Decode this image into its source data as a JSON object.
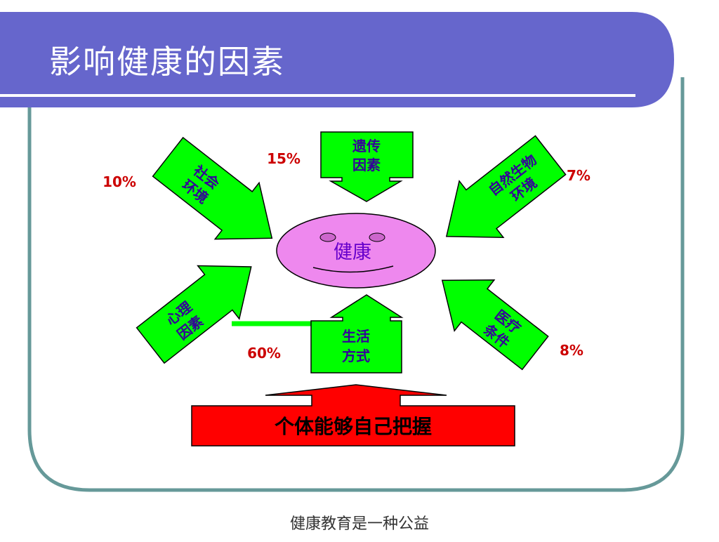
{
  "slide": {
    "title": "影响健康的因素",
    "footer": "健康教育是一种公益"
  },
  "diagram": {
    "center": {
      "label": "健康"
    },
    "factors": {
      "genetic": {
        "label_lines": [
          "遗传",
          "因素"
        ],
        "percent": "15%"
      },
      "social": {
        "label_lines": [
          "社会",
          "环境"
        ],
        "percent": "10%"
      },
      "natural": {
        "label_lines": [
          "自然生物",
          "环境"
        ],
        "percent": "7%"
      },
      "psych": {
        "label_lines": [
          "心理",
          "因素"
        ]
      },
      "lifestyle": {
        "label_lines": [
          "生活",
          "方式"
        ],
        "percent": "60%"
      },
      "medical": {
        "label_lines": [
          "医疗",
          "条件"
        ],
        "percent": "8%"
      }
    },
    "banner": {
      "label": "个体能够自己把握"
    }
  },
  "colors": {
    "title_bar": "#6666CC",
    "frame": "#669999",
    "box_fill": "#00FF00",
    "percent_text": "#CC0000",
    "label_text": "#330099",
    "center_fill": "#EE88EE",
    "banner_fill": "#FF0000"
  }
}
